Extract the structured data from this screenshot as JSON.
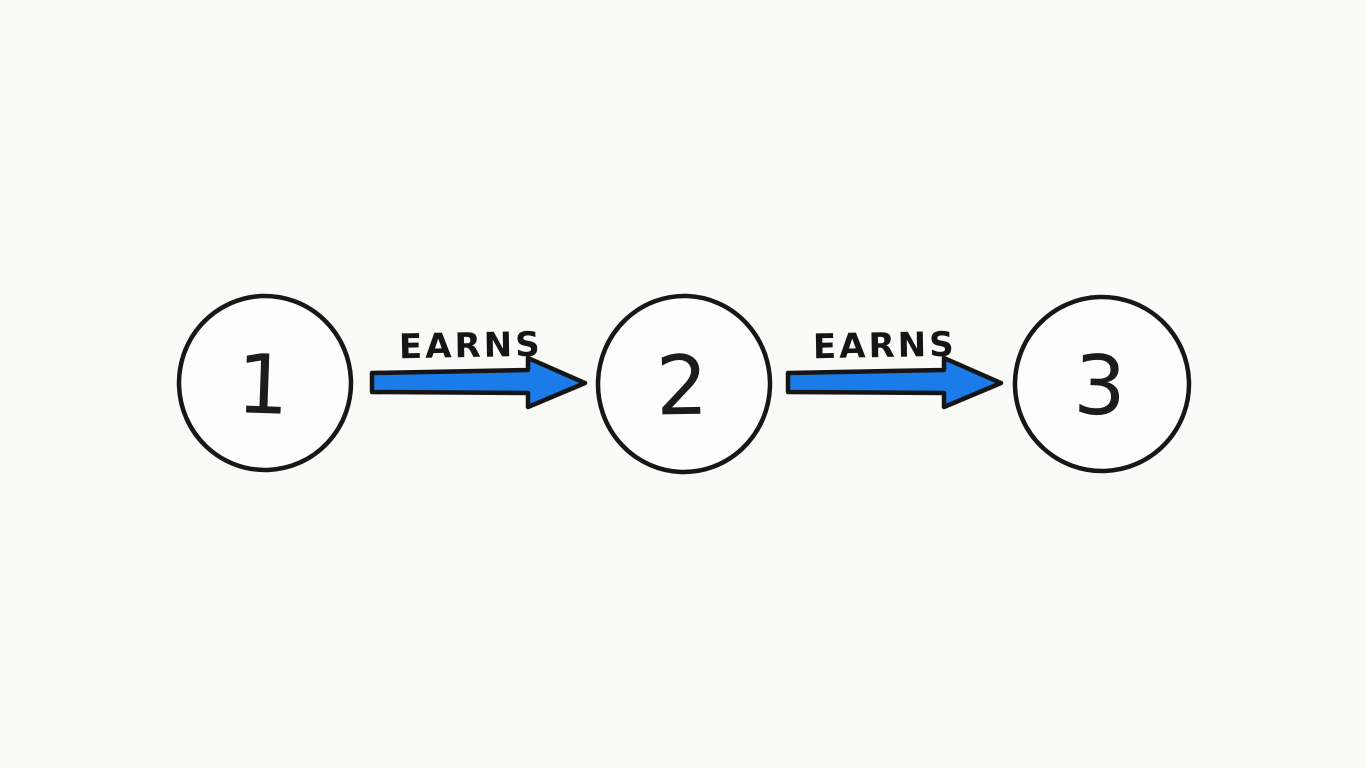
{
  "colors": {
    "background": "#fafaf8",
    "ink": "#171717",
    "node_fill": "#fefefe",
    "arrow_blue": "#1b7ce9"
  },
  "diagram": {
    "nodes": [
      {
        "id": "node-1",
        "label": "1"
      },
      {
        "id": "node-2",
        "label": "2"
      },
      {
        "id": "node-3",
        "label": "3"
      }
    ],
    "edges": [
      {
        "from": "1",
        "to": "2",
        "label": "EARNS"
      },
      {
        "from": "2",
        "to": "3",
        "label": "EARNS"
      }
    ]
  }
}
